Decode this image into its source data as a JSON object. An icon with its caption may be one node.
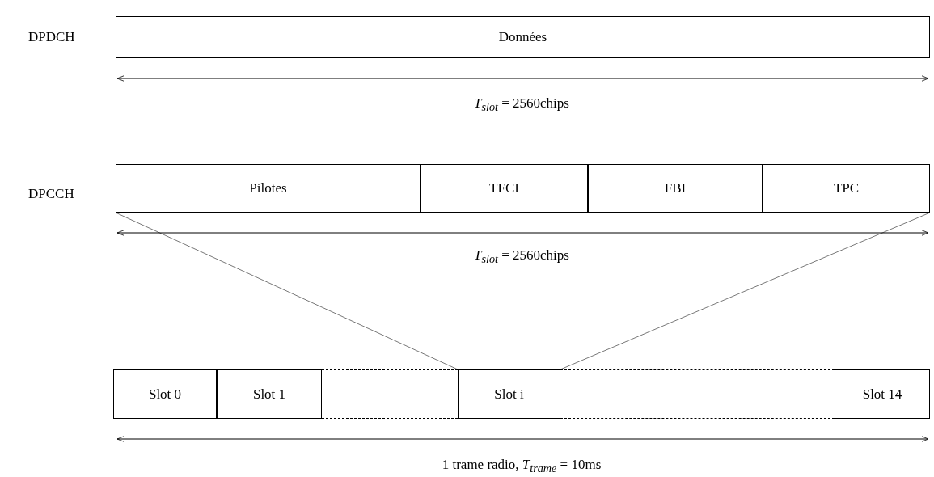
{
  "diagram": {
    "nodes": [
      {
        "text": [
          "Données"
        ]
      },
      {
        "text": [
          "Pilotes"
        ]
      },
      {
        "text": [
          "TFCI"
        ]
      },
      {
        "text": [
          "FBI"
        ]
      },
      {
        "text": [
          "TPC"
        ]
      },
      {
        "text": [
          "Slot 0"
        ]
      },
      {
        "text": [
          "Slot 1"
        ]
      },
      {
        "text": [],
        "shape": "box"
      },
      {
        "text": [
          "Slot i"
        ]
      },
      {
        "text": [],
        "shape": "box"
      },
      {
        "text": [
          "Slot 14"
        ]
      }
    ],
    "edges": [
      {
        "from": 1,
        "to": 8,
        "arrow": "none"
      },
      {
        "from": 4,
        "to": 8,
        "arrow": "none"
      }
    ],
    "labels": [
      "DPDCH",
      "*T*$_{slot}$ = 2560chips",
      "DPCCH",
      "*T*$_{slot}$ = 2560chips",
      "1 trame radio, *T*$_{trame}$ = 10ms"
    ]
  }
}
